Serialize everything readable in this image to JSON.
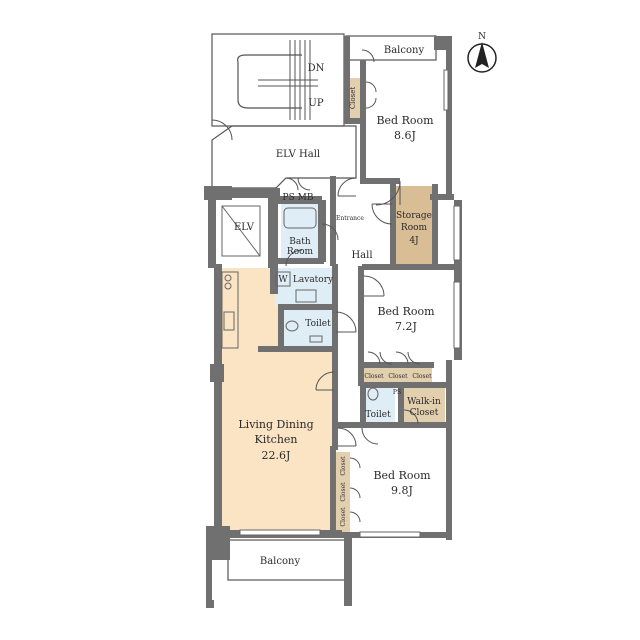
{
  "rooms": {
    "balcony_top": {
      "name": "Balcony"
    },
    "bed1": {
      "name": "Bed Room",
      "size": "8.6J"
    },
    "closet_top": {
      "name": "Closet"
    },
    "elv_hall": {
      "name": "ELV Hall"
    },
    "ps_mb": {
      "name": "PS MB"
    },
    "elv": {
      "name": "ELV"
    },
    "bath": {
      "line1": "Bath",
      "line2": "Room"
    },
    "entrance": {
      "name": "Entrance"
    },
    "hall": {
      "name": "Hall"
    },
    "storage": {
      "line1": "Storage",
      "line2": "Room",
      "size": "4J"
    },
    "lavatory": {
      "w": "W",
      "name": "Lavatory"
    },
    "toilet1": {
      "name": "Toilet"
    },
    "bed2": {
      "name": "Bed Room",
      "size": "7.2J"
    },
    "closets_row": [
      "Closet",
      "Closet",
      "Closet"
    ],
    "ps_small": {
      "name": "PS"
    },
    "toilet2": {
      "name": "Toilet"
    },
    "walkin": {
      "line1": "Walk-in",
      "line2": "Closet"
    },
    "ldk": {
      "line1": "Living Dining",
      "line2": "Kitchen",
      "size": "22.6J"
    },
    "bed3": {
      "name": "Bed Room",
      "size": "9.8J"
    },
    "closets_col": [
      "Closet",
      "Closet",
      "Closet"
    ],
    "balcony_bottom": {
      "name": "Balcony"
    }
  },
  "stairs": {
    "down": "DN",
    "up": "UP"
  },
  "compass": {
    "letter": "N"
  },
  "colors": {
    "wall": "#707070",
    "ldk_floor": "#fbe4c4",
    "storage_floor": "#d8bd95",
    "closet_floor": "#e2cfae",
    "wet_floor": "#dfeef6"
  }
}
